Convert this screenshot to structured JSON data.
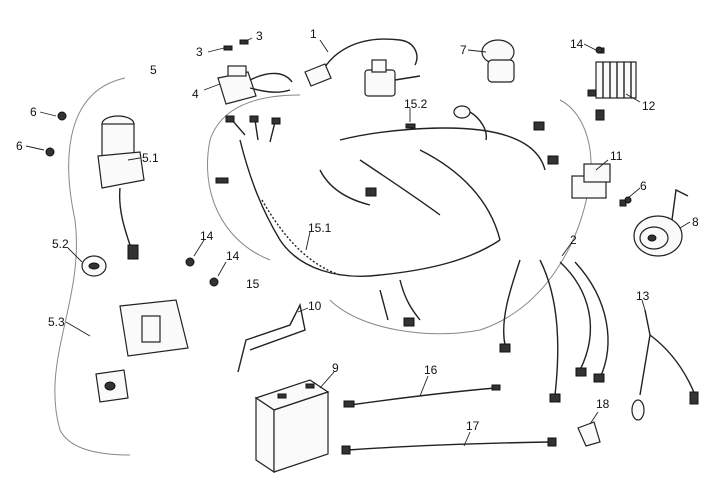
{
  "callouts": {
    "c1": "1",
    "c2": "2",
    "c3a": "3",
    "c3b": "3",
    "c4": "4",
    "c5": "5",
    "c5_1": "5.1",
    "c5_2": "5.2",
    "c5_3": "5.3",
    "c6a": "6",
    "c6b": "6",
    "c6c": "6",
    "c7": "7",
    "c8": "8",
    "c9": "9",
    "c10": "10",
    "c11": "11",
    "c12": "12",
    "c13": "13",
    "c14a": "14",
    "c14b": "14",
    "c14c": "14",
    "c15": "15",
    "c15_1": "15.1",
    "c15_2": "15.2",
    "c16": "16",
    "c17": "17",
    "c18": "18"
  },
  "icons": {
    "ignition_coil": "ignition-coil-icon",
    "main_harness": "wiring-harness-icon",
    "horn": "horn-icon",
    "battery": "battery-icon",
    "regulator": "regulator-icon",
    "relay": "relay-icon",
    "ignition_switch": "ignition-switch-icon",
    "cdi": "cdi-unit-icon"
  }
}
